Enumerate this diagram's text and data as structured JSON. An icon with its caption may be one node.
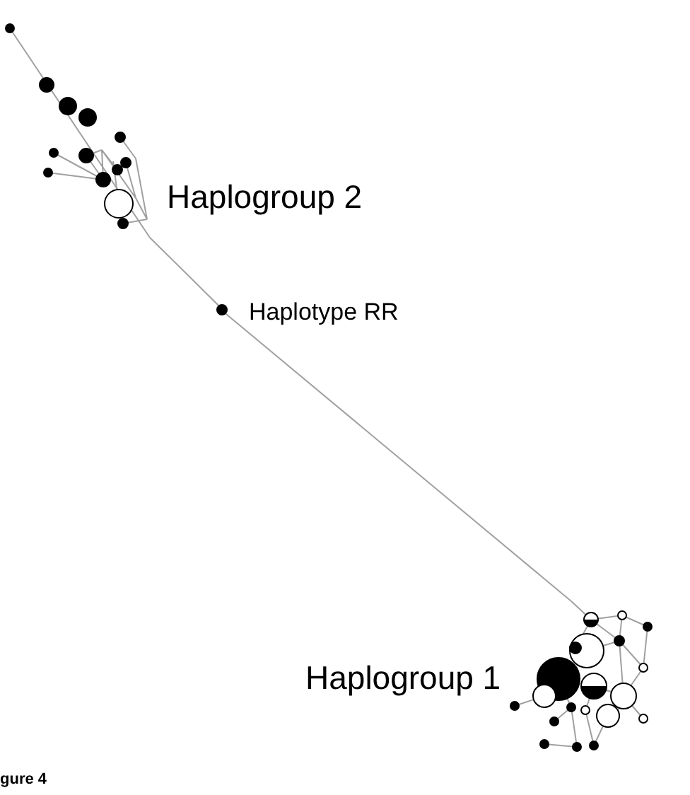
{
  "diagram": {
    "caption": "gure 4",
    "nodes": [
      {
        "text": [],
        "shape": "picture",
        "beside": [
          "Haplogroup 2"
        ]
      },
      {
        "text": [],
        "shape": "circle",
        "beside": [
          "Haplotype RR"
        ]
      },
      {
        "text": [],
        "shape": "picture",
        "beside": [
          "Haplogroup 1"
        ]
      }
    ],
    "edges": [
      {
        "from": 0,
        "to": 1,
        "arrow": "none"
      },
      {
        "from": 1,
        "to": 2,
        "arrow": "none"
      }
    ]
  }
}
